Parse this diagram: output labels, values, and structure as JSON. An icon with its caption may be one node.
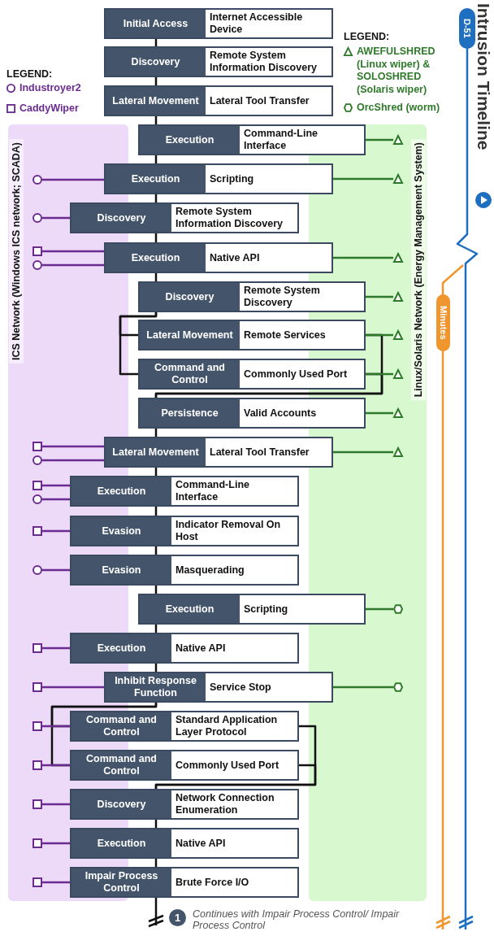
{
  "diagram": {
    "title": "Intrusion Timeline",
    "nodes": [
      {
        "text": [
          "Initial Access",
          "Internet Accessible Device"
        ]
      },
      {
        "text": [
          "Discovery",
          "Remote System Information Discovery"
        ]
      },
      {
        "text": [
          "Lateral Movement",
          "Lateral Tool Transfer"
        ]
      },
      {
        "text": [
          "Execution",
          "Command-Line Interface"
        ]
      },
      {
        "text": [
          "Execution",
          "Scripting"
        ]
      },
      {
        "text": [
          "Discovery",
          "Remote System Information Discovery"
        ]
      },
      {
        "text": [
          "Execution",
          "Native API"
        ]
      },
      {
        "text": [
          "Discovery",
          "Remote System Discovery"
        ]
      },
      {
        "text": [
          "Lateral Movement",
          "Remote Services"
        ]
      },
      {
        "text": [
          "Command and Control",
          "Commonly Used Port"
        ]
      },
      {
        "text": [
          "Persistence",
          "Valid Accounts"
        ]
      },
      {
        "text": [
          "Lateral Movement",
          "Lateral Tool Transfer"
        ]
      },
      {
        "text": [
          "Execution",
          "Command-Line Interface"
        ]
      },
      {
        "text": [
          "Evasion",
          "Indicator Removal On Host"
        ]
      },
      {
        "text": [
          "Evasion",
          "Masquerading"
        ]
      },
      {
        "text": [
          "Execution",
          "Scripting"
        ]
      },
      {
        "text": [
          "Execution",
          "Native API"
        ]
      },
      {
        "text": [
          "Inhibit Response Function",
          "Service Stop"
        ]
      },
      {
        "text": [
          "Command and Control",
          "Standard Application Layer Protocol"
        ]
      },
      {
        "text": [
          "Command and Control",
          "Commonly Used Port"
        ]
      },
      {
        "text": [
          "Discovery",
          "Network Connection Enumeration"
        ]
      },
      {
        "text": [
          "Execution",
          "Native API"
        ]
      },
      {
        "text": [
          "Impair Process Control",
          "Brute Force I/O"
        ]
      },
      {
        "text": [
          "ICS Network (Windows ICS network; SCADA)"
        ]
      },
      {
        "text": [
          "Linux/Solaris Network (Energy Management System)"
        ]
      },
      {
        "text": [],
        "shape": "circle",
        "in": 23
      },
      {
        "text": [],
        "shape": "circle",
        "in": 23
      },
      {
        "text": [],
        "shape": "box",
        "in": 23
      },
      {
        "text": [],
        "shape": "circle",
        "in": 23
      },
      {
        "text": [],
        "shape": "box",
        "in": 23
      },
      {
        "text": [],
        "shape": "circle",
        "in": 23
      },
      {
        "text": [],
        "shape": "box",
        "in": 23
      },
      {
        "text": [],
        "shape": "circle",
        "in": 23
      },
      {
        "text": [],
        "shape": "box",
        "in": 23
      },
      {
        "text": [],
        "shape": "circle",
        "in": 23
      },
      {
        "text": [],
        "shape": "box",
        "in": 23
      },
      {
        "text": [],
        "shape": "box",
        "in": 23
      },
      {
        "text": [],
        "shape": "box",
        "in": 23
      },
      {
        "text": [],
        "shape": "box",
        "in": 23
      },
      {
        "text": [],
        "shape": "box",
        "in": 23
      },
      {
        "text": [],
        "shape": "box",
        "in": 23
      },
      {
        "text": [],
        "shape": "box",
        "in": 23
      },
      {
        "text": [],
        "shape": "triangle",
        "in": 24
      },
      {
        "text": [],
        "shape": "triangle",
        "in": 24
      },
      {
        "text": [],
        "shape": "triangle",
        "in": 24
      },
      {
        "text": [],
        "shape": "triangle",
        "in": 24
      },
      {
        "text": [],
        "shape": "triangle",
        "in": 24
      },
      {
        "text": [],
        "shape": "triangle",
        "in": 24
      },
      {
        "text": [],
        "shape": "triangle",
        "in": 24
      },
      {
        "text": [],
        "shape": "triangle",
        "in": 24
      },
      {
        "text": [],
        "shape": "hexagon",
        "in": 24
      },
      {
        "text": [],
        "shape": "hexagon",
        "in": 24
      },
      {
        "text": [
          "D-51"
        ]
      },
      {
        "text": [
          "Minutes"
        ]
      }
    ],
    "edges": [
      {
        "from": 0,
        "to": 1,
        "arrow": "none"
      },
      {
        "from": 1,
        "to": 2,
        "arrow": "none"
      },
      {
        "from": 2,
        "to": 3,
        "arrow": "none"
      },
      {
        "from": 3,
        "to": 4,
        "arrow": "none"
      },
      {
        "from": 4,
        "to": 5,
        "arrow": "none"
      },
      {
        "from": 5,
        "to": 6,
        "arrow": "none"
      },
      {
        "from": 6,
        "to": 7,
        "arrow": "none"
      },
      {
        "from": 7,
        "to": 8,
        "arrow": "none"
      },
      {
        "from": 7,
        "to": 9,
        "arrow": "none"
      },
      {
        "from": 8,
        "to": 10,
        "arrow": "none"
      },
      {
        "from": 9,
        "to": 10,
        "arrow": "none"
      },
      {
        "from": 10,
        "to": 11,
        "arrow": "none"
      },
      {
        "from": 11,
        "to": 12,
        "arrow": "none"
      },
      {
        "from": 12,
        "to": 13,
        "arrow": "none"
      },
      {
        "from": 13,
        "to": 14,
        "arrow": "none"
      },
      {
        "from": 14,
        "to": 15,
        "arrow": "none"
      },
      {
        "from": 15,
        "to": 16,
        "arrow": "none"
      },
      {
        "from": 16,
        "to": 17,
        "arrow": "none"
      },
      {
        "from": 17,
        "to": 18,
        "arrow": "none"
      },
      {
        "from": 17,
        "to": 19,
        "arrow": "none"
      },
      {
        "from": 18,
        "to": 20,
        "arrow": "none"
      },
      {
        "from": 19,
        "to": 20,
        "arrow": "none"
      },
      {
        "from": 20,
        "to": 21,
        "arrow": "none"
      },
      {
        "from": 21,
        "to": 22,
        "arrow": "none"
      },
      {
        "from": 22,
        "to": null,
        "arrow": "none"
      },
      {
        "from": 4,
        "to": 25,
        "arrow": "none",
        "color": "#6a2c91"
      },
      {
        "from": 5,
        "to": 26,
        "arrow": "none",
        "color": "#6a2c91"
      },
      {
        "from": 6,
        "to": 27,
        "arrow": "none",
        "color": "#6a2c91"
      },
      {
        "from": 6,
        "to": 28,
        "arrow": "none",
        "color": "#6a2c91"
      },
      {
        "from": 11,
        "to": 29,
        "arrow": "none",
        "color": "#6a2c91"
      },
      {
        "from": 11,
        "to": 30,
        "arrow": "none",
        "color": "#6a2c91"
      },
      {
        "from": 12,
        "to": 31,
        "arrow": "none",
        "color": "#6a2c91"
      },
      {
        "from": 12,
        "to": 32,
        "arrow": "none",
        "color": "#6a2c91"
      },
      {
        "from": 13,
        "to": 33,
        "arrow": "none",
        "color": "#6a2c91"
      },
      {
        "from": 14,
        "to": 34,
        "arrow": "none",
        "color": "#6a2c91"
      },
      {
        "from": 16,
        "to": 35,
        "arrow": "none",
        "color": "#6a2c91"
      },
      {
        "from": 17,
        "to": 36,
        "arrow": "none",
        "color": "#6a2c91"
      },
      {
        "from": 18,
        "to": 37,
        "arrow": "none",
        "color": "#6a2c91"
      },
      {
        "from": 19,
        "to": 38,
        "arrow": "none",
        "color": "#6a2c91"
      },
      {
        "from": 20,
        "to": 39,
        "arrow": "none",
        "color": "#6a2c91"
      },
      {
        "from": 21,
        "to": 40,
        "arrow": "none",
        "color": "#6a2c91"
      },
      {
        "from": 22,
        "to": 41,
        "arrow": "none",
        "color": "#6a2c91"
      },
      {
        "from": 3,
        "to": 42,
        "arrow": "none",
        "color": "#2f7a2a"
      },
      {
        "from": 4,
        "to": 43,
        "arrow": "none",
        "color": "#2f7a2a"
      },
      {
        "from": 6,
        "to": 44,
        "arrow": "none",
        "color": "#2f7a2a"
      },
      {
        "from": 7,
        "to": 45,
        "arrow": "none",
        "color": "#2f7a2a"
      },
      {
        "from": 8,
        "to": 46,
        "arrow": "none",
        "color": "#2f7a2a"
      },
      {
        "from": 9,
        "to": 47,
        "arrow": "none",
        "color": "#2f7a2a"
      },
      {
        "from": 10,
        "to": 48,
        "arrow": "none",
        "color": "#2f7a2a"
      },
      {
        "from": 11,
        "to": 49,
        "arrow": "none",
        "color": "#2f7a2a"
      },
      {
        "from": 15,
        "to": 50,
        "arrow": "none",
        "color": "#2f7a2a"
      },
      {
        "from": 17,
        "to": 51,
        "arrow": "none",
        "color": "#2f7a2a"
      }
    ],
    "labels": [
      "LEGEND:",
      "LEGEND:",
      "1",
      "Continues with Impair Process Control/ Impair Process Control"
    ],
    "legend": [
      {
        "text": "Industroyer2"
      },
      {
        "text": "CaddyWiper"
      },
      {
        "text": "AWEFULSHRED (Linux wiper) & SOLOSHRED (Solaris wiper)"
      },
      {
        "text": "OrcShred (worm)"
      }
    ]
  }
}
